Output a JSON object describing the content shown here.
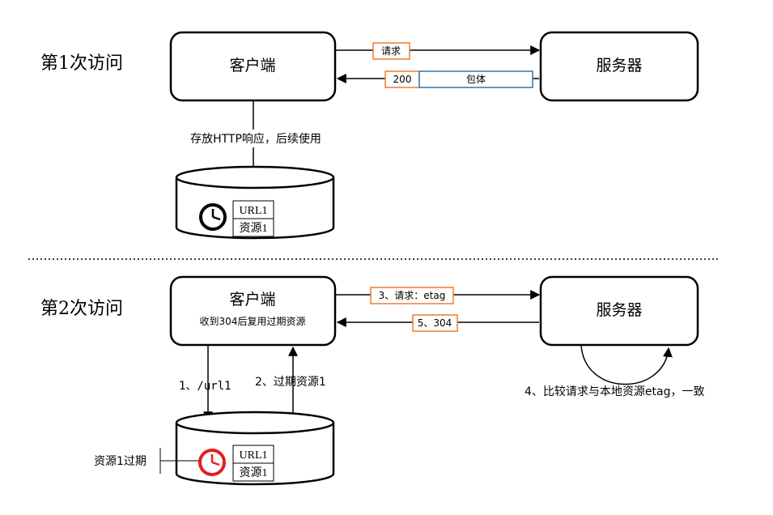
{
  "visit1": {
    "title": "第1次访问",
    "client": "客户端",
    "server": "服务器",
    "request_tag": "请求",
    "response_code": "200",
    "response_body": "包体",
    "store_note": "存放HTTP响应，后续使用",
    "cache_url": "URL1",
    "cache_resource": "资源1"
  },
  "visit2": {
    "title": "第2次访问",
    "client": "客户端",
    "client_note": "收到304后复用过期资源",
    "server": "服务器",
    "request_tag": "3、请求：etag",
    "response_tag": "5、304",
    "compare_note": "4、比较请求与本地资源etag，一致",
    "step1": "1、/url1",
    "step2": "2、过期资源1",
    "expired_note": "资源1过期",
    "cache_url": "URL1",
    "cache_resource": "资源1"
  },
  "colors": {
    "orange": "#ED7D31",
    "blue": "#2E75B6",
    "red": "#E02020"
  }
}
